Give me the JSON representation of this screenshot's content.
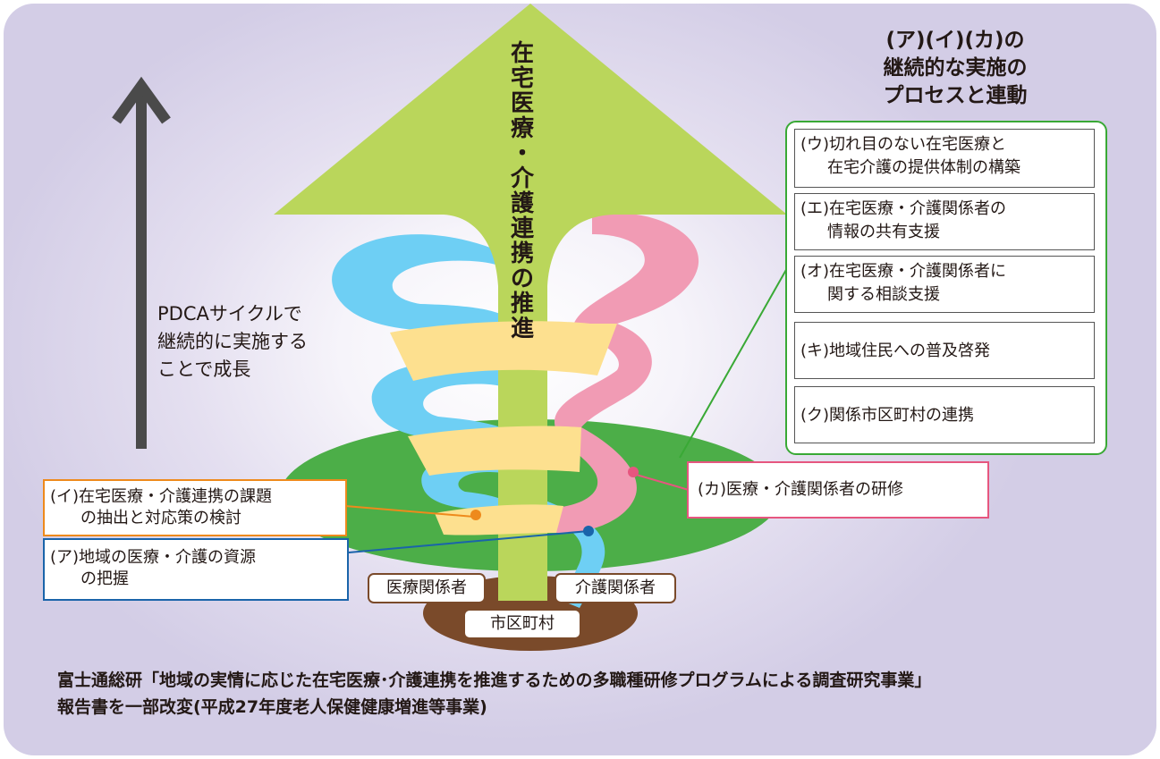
{
  "header": {
    "line1": "(ア)(イ)(カ)の",
    "line2": "継続的な実施の",
    "line3": "プロセスと連動"
  },
  "central_arrow_label": [
    "在",
    "宅",
    "医",
    "療",
    "・",
    "介",
    "護",
    "連",
    "携",
    "の",
    "推",
    "進"
  ],
  "pdca_text": {
    "line1": "PDCAサイクルで",
    "line2": "継続的に実施する",
    "line3": "ことで成長"
  },
  "green_items": [
    {
      "line1": "(ウ)切れ目のない在宅医療と",
      "line2": "在宅介護の提供体制の構築"
    },
    {
      "line1": "(エ)在宅医療・介護関係者の",
      "line2": "情報の共有支援"
    },
    {
      "line1": "(オ)在宅医療・介護関係者に",
      "line2": "関する相談支援"
    },
    {
      "line1": "(キ)地域住民への普及啓発",
      "line2": ""
    },
    {
      "line1": "(ク)関係市区町村の連携",
      "line2": ""
    }
  ],
  "label_i": {
    "line1": "(イ)在宅医療・介護連携の課題",
    "line2": "の抽出と対応策の検討"
  },
  "label_a": {
    "line1": "(ア)地域の医療・介護の資源",
    "line2": "の把握"
  },
  "label_ka": "(カ)医療・介護関係者の研修",
  "tags": {
    "medical": "医療関係者",
    "care": "介護関係者",
    "municipality": "市区町村"
  },
  "footer": {
    "line1": "富士通総研「地域の実情に応じた在宅医療･介護連携を推進するための多職種研修プログラムによる調査研究事業」",
    "line2": "報告書を一部改変(平成27年度老人保健健康増進等事業)"
  },
  "colors": {
    "background": "#d3cde6",
    "arrow_green": "#bad65b",
    "disc_green": "#4cae48",
    "ribbon_blue": "#6ecff4",
    "ribbon_yellow": "#fde08f",
    "ribbon_pink": "#f19bb4",
    "soil_brown": "#7a4a2a",
    "orange_border": "#ee8a1c",
    "blue_border": "#1a64aa",
    "pink_border": "#e6567f",
    "green_border": "#39a935"
  }
}
